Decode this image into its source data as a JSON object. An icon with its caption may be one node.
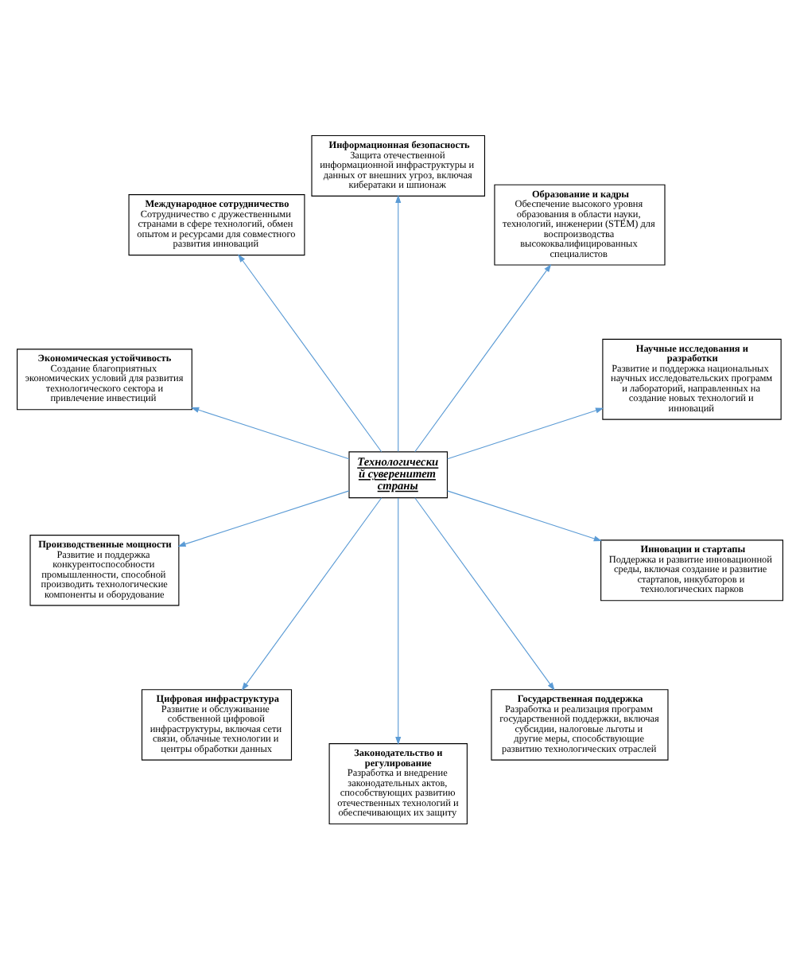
{
  "diagram": {
    "nodes": [
      {
        "text": [
          "Научные исследования и разработки",
          "Развитие и поддержка национальных научных исследовательских программ и лабораторий, направленных на создание новых технологий и инноваций"
        ]
      },
      {
        "text": [
          "Образование и кадры",
          "Обеспечение высокого уровня образования в области науки, технологий, инженерии (STEM) для воспроизводства высококвалифицированных специалистов"
        ]
      },
      {
        "text": [
          "Информационная безопасность",
          "Защита отечественной информационной инфраструктуры и данных от внешних угроз, включая кибератаки и шпионаж"
        ]
      },
      {
        "text": [
          "Международное сотрудничество",
          "Сотрудничество с дружественными странами в сфере технологий, обмен опытом и ресурсами для совместного развития инноваций"
        ]
      },
      {
        "text": [
          "Экономическая устойчивость",
          "Создание благоприятных экономических условий для развития технологического сектора и привлечение инвестиций"
        ]
      },
      {
        "text": [
          "Технологический суверенитет страны"
        ]
      },
      {
        "text": [
          "Производственные мощности",
          "Развитие и поддержка конкурентоспособности промышленности, способной производить технологические компоненты и оборудование"
        ]
      },
      {
        "text": [
          "Цифровая инфраструктура",
          "Развитие и обслуживание собственной цифровой инфраструктуры, включая сети связи, облачные технологии и центры обработки данных"
        ]
      },
      {
        "text": [
          "Законодательство и регулирование",
          "Разработка и внедрение законодательных актов, способствующих развитию отечественных технологий и обеспечивающих их защиту"
        ]
      },
      {
        "text": [
          "Государственная поддержка",
          "Разработка и реализация программ государственной поддержки, включая субсидии, налоговые льготы и другие меры, способствующие развитию технологических отраслей"
        ]
      },
      {
        "text": [
          "Инновации и стартапы",
          "Поддержка и развитие инновационной среды, включая создание и развитие стартапов, инкубаторов и технологических парков"
        ]
      }
    ],
    "edges": [
      {
        "from": 5,
        "to": 0,
        "arrow": "to"
      },
      {
        "from": 5,
        "to": 1,
        "arrow": "to"
      },
      {
        "from": 5,
        "to": 2,
        "arrow": "to"
      },
      {
        "from": 5,
        "to": 3,
        "arrow": "to"
      },
      {
        "from": 5,
        "to": 4,
        "arrow": "to"
      },
      {
        "from": 5,
        "to": 6,
        "arrow": "to"
      },
      {
        "from": 5,
        "to": 7,
        "arrow": "to"
      },
      {
        "from": 5,
        "to": 8,
        "arrow": "to"
      },
      {
        "from": 5,
        "to": 9,
        "arrow": "to"
      },
      {
        "from": 5,
        "to": 10,
        "arrow": "to"
      }
    ]
  }
}
